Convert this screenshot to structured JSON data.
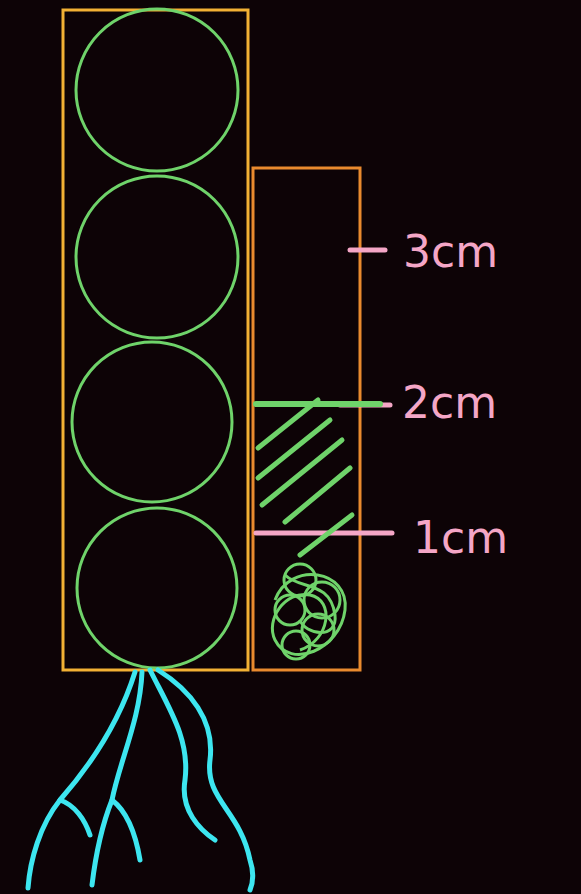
{
  "diagram": {
    "labels": [
      "3cm",
      "2cm",
      "1cm"
    ]
  }
}
